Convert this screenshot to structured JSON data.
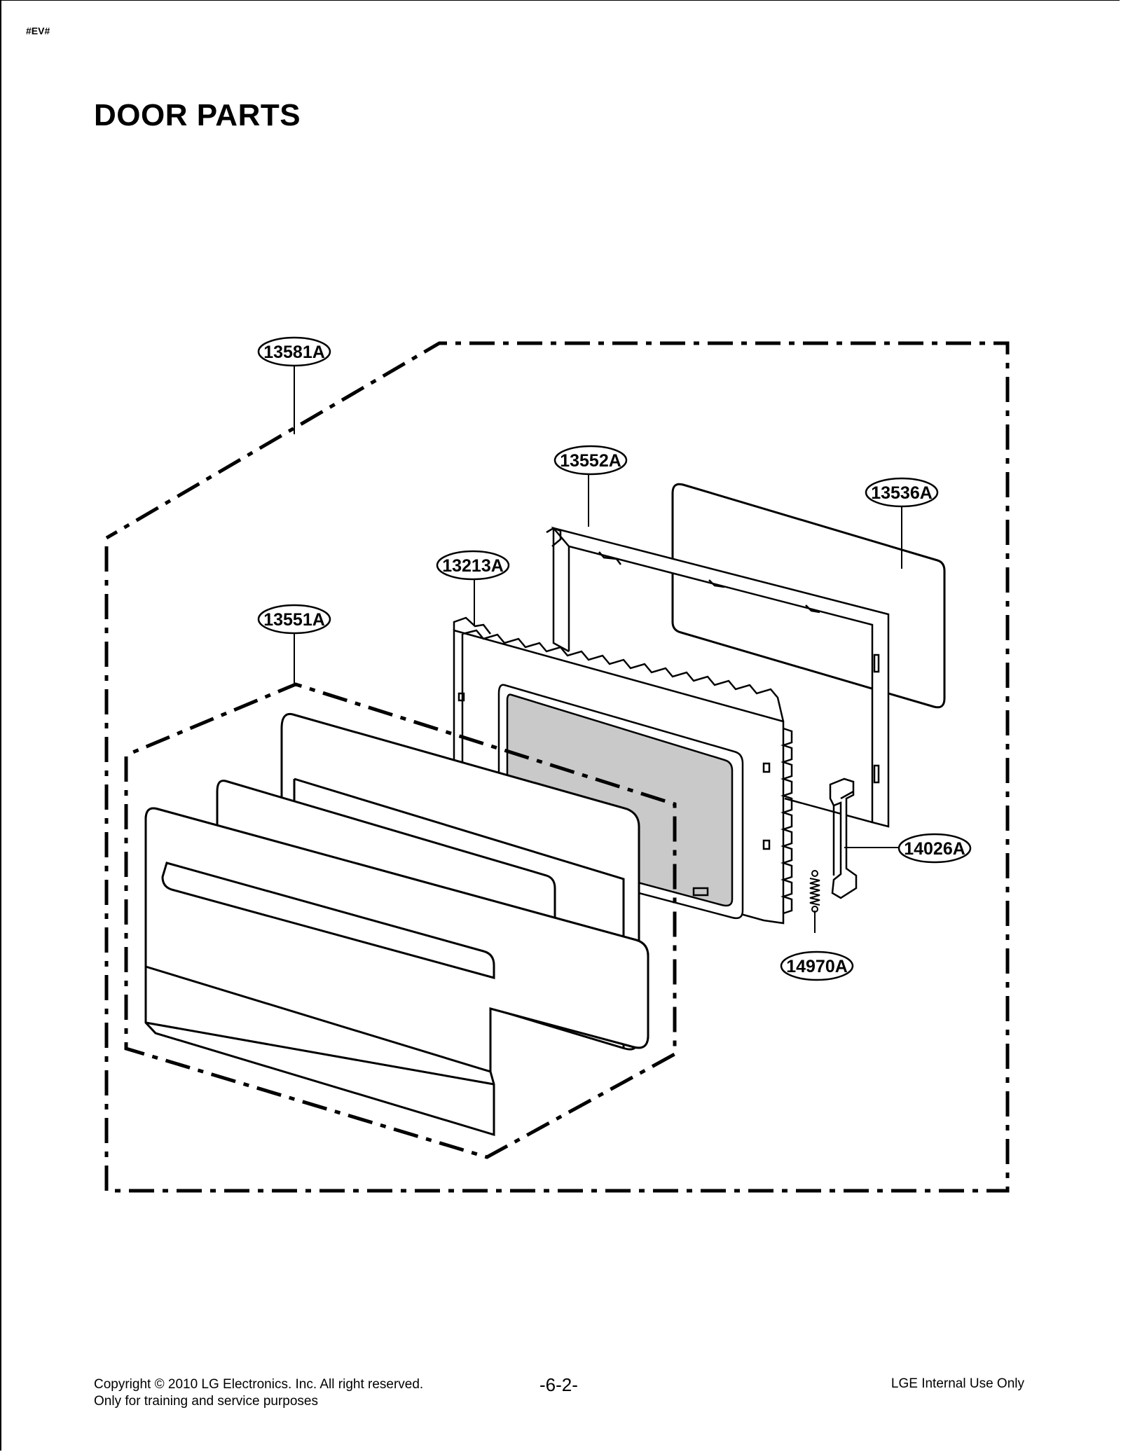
{
  "header": {
    "tag": "#EV#",
    "title": "DOOR PARTS"
  },
  "diagram": {
    "parts": [
      {
        "id": "13581A"
      },
      {
        "id": "13552A"
      },
      {
        "id": "13536A"
      },
      {
        "id": "13213A"
      },
      {
        "id": "13551A"
      },
      {
        "id": "14026A"
      },
      {
        "id": "14970A"
      }
    ]
  },
  "footer": {
    "copyright": "Copyright © 2010 LG Electronics. Inc. All right reserved.",
    "purpose": "Only for training and service purposes",
    "page_number": "-6-2-",
    "internal": "LGE Internal Use Only"
  }
}
